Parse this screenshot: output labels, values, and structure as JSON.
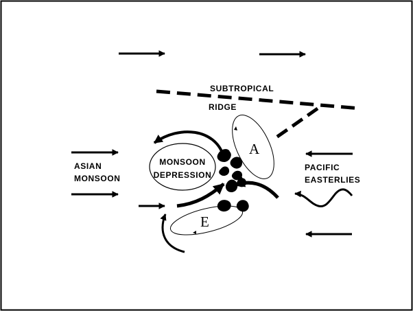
{
  "labels": {
    "subtropical": "SUBTROPICAL",
    "ridge": "RIDGE",
    "asian": "ASIAN",
    "monsoon": "MONSOON",
    "monsoon_depression_1": "MONSOON",
    "monsoon_depression_2": "DEPRESSION",
    "pacific": "PACIFIC",
    "easterlies": "EASTERLIES",
    "anticyclone": "A",
    "ellipse_e": "E"
  }
}
